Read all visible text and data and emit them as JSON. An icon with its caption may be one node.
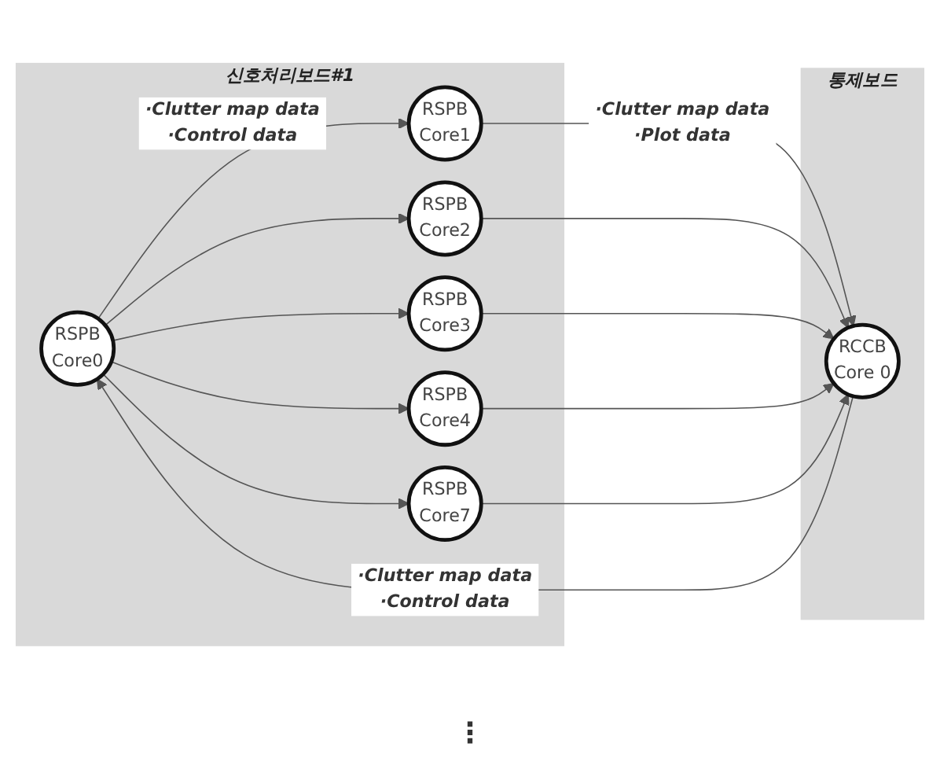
{
  "diagram": {
    "nodes": [
      {
        "text": [
          "신호처리보드#1"
        ]
      },
      {
        "text": [
          "RSPB Core0"
        ],
        "in": 0
      },
      {
        "text": [
          "RSPB Core1"
        ],
        "in": 0
      },
      {
        "text": [
          "RSPB Core2"
        ],
        "in": 0
      },
      {
        "text": [
          "RSPB Core3"
        ],
        "in": 0
      },
      {
        "text": [
          "RSPB Core4"
        ],
        "in": 0
      },
      {
        "text": [
          "RSPB Core7"
        ],
        "in": 0
      },
      {
        "text": [
          "통제보드"
        ]
      },
      {
        "text": [
          "RCCB Core 0"
        ],
        "in": 7
      }
    ],
    "edges": [
      {
        "from": 1,
        "to": 2,
        "arrow": "to",
        "label": "·Clutter map data ·Control data"
      },
      {
        "from": 1,
        "to": 3,
        "arrow": "to"
      },
      {
        "from": 1,
        "to": 4,
        "arrow": "to"
      },
      {
        "from": 1,
        "to": 5,
        "arrow": "to"
      },
      {
        "from": 1,
        "to": 6,
        "arrow": "to"
      },
      {
        "from": 2,
        "to": 8,
        "arrow": "to",
        "label": "·Clutter map data ·Plot data"
      },
      {
        "from": 3,
        "to": 8,
        "arrow": "to"
      },
      {
        "from": 4,
        "to": 8,
        "arrow": "to"
      },
      {
        "from": 5,
        "to": 8,
        "arrow": "to"
      },
      {
        "from": 6,
        "to": 8,
        "arrow": "to"
      },
      {
        "from": 8,
        "to": 1,
        "arrow": "to",
        "label": "·Clutter map data ·Control data"
      }
    ],
    "labels": [
      "⋮"
    ]
  }
}
